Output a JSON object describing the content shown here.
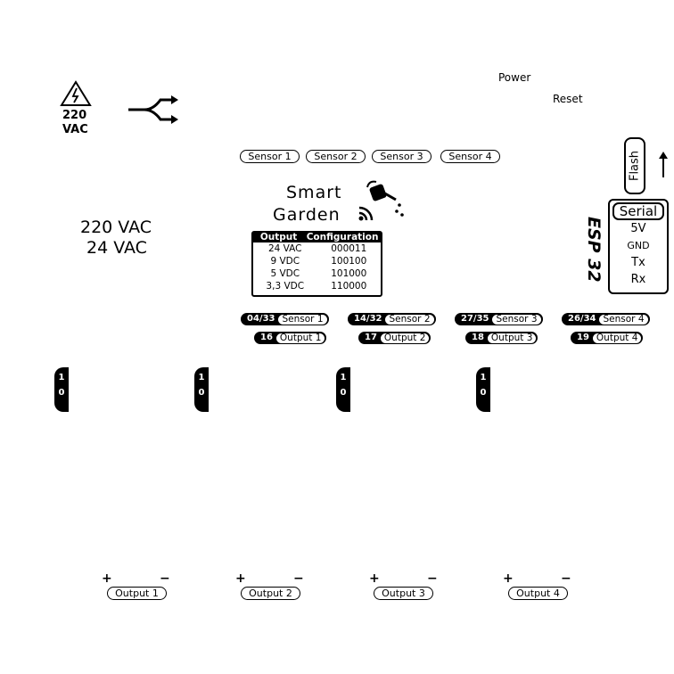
{
  "mains": {
    "warning_voltage": "220",
    "warning_unit": "VAC",
    "labels": [
      "220 VAC",
      "24 VAC"
    ]
  },
  "buttons": {
    "power": "Power",
    "reset": "Reset",
    "flash": "Flash"
  },
  "sensor_headers": [
    "Sensor 1",
    "Sensor 2",
    "Sensor 3",
    "Sensor 4"
  ],
  "title": {
    "line1": "Smart",
    "line2": "Garden"
  },
  "config_table": {
    "headers": [
      "Output",
      "Configuration"
    ],
    "rows": [
      [
        "24 VAC",
        "000011"
      ],
      [
        "9 VDC",
        "100100"
      ],
      [
        "5 VDC",
        "101000"
      ],
      [
        "3,3 VDC",
        "110000"
      ]
    ]
  },
  "esp": {
    "label": "ESP 32"
  },
  "serial": {
    "title": "Serial",
    "pins": [
      "5V",
      "GND",
      "Tx",
      "Rx"
    ]
  },
  "sensor_pins": [
    {
      "pin": "04/33",
      "label": "Sensor 1"
    },
    {
      "pin": "14/32",
      "label": "Sensor 2"
    },
    {
      "pin": "27/35",
      "label": "Sensor 3"
    },
    {
      "pin": "26/34",
      "label": "Sensor 4"
    }
  ],
  "output_pins": [
    {
      "pin": "16",
      "label": "Output 1"
    },
    {
      "pin": "17",
      "label": "Output 2"
    },
    {
      "pin": "18",
      "label": "Output 3"
    },
    {
      "pin": "19",
      "label": "Output 4"
    }
  ],
  "relays": [
    {
      "on": "1",
      "off": "0"
    },
    {
      "on": "1",
      "off": "0"
    },
    {
      "on": "1",
      "off": "0"
    },
    {
      "on": "1",
      "off": "0"
    }
  ],
  "terminals": [
    {
      "plus": "+",
      "minus": "−",
      "label": "Output 1"
    },
    {
      "plus": "+",
      "minus": "−",
      "label": "Output 2"
    },
    {
      "plus": "+",
      "minus": "−",
      "label": "Output 3"
    },
    {
      "plus": "+",
      "minus": "−",
      "label": "Output 4"
    }
  ]
}
